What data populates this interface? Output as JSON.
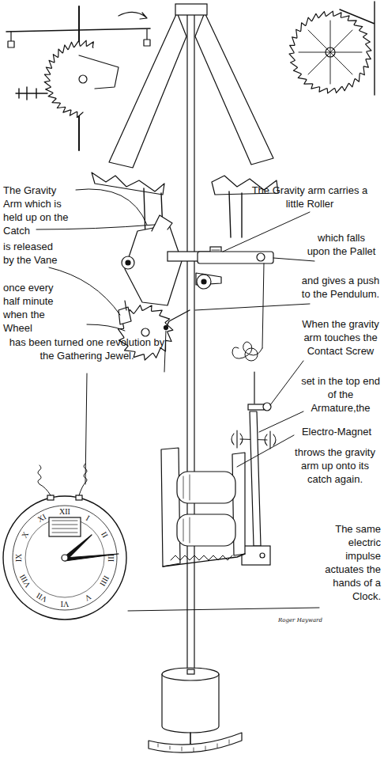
{
  "diagram": {
    "labels": [
      "The Gravity Arm which is held up on the Catch",
      "is released by the Vane",
      "once every half minute when the Wheel",
      "has been turned one revolution by the Gathering Jewel.",
      "The Gravity arm carries a little Roller",
      "which falls upon the Pallet",
      "and gives a push to the Pendulum.",
      "When the gravity arm touches the Contact Screw",
      "set in the top end of the Armature,the",
      "Electro-Magnet",
      "throws the gravity arm up onto its catch again.",
      "The same electric impulse actuates the hands of a Clock.",
      "Roger Hayward",
      "XII",
      "I",
      "II",
      "III",
      "IIII",
      "V",
      "VI",
      "VII",
      "VIII",
      "IX",
      "X",
      "XI"
    ]
  }
}
